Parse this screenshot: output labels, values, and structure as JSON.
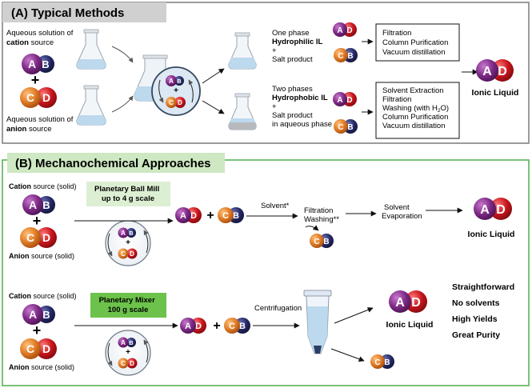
{
  "colors": {
    "panel_a_border": "#7a7a7a",
    "panel_a_header": "#d0d0d0",
    "panel_b_border": "#4fae4f",
    "panel_b_header": "#cde8c2",
    "label_light_green": "#dcefd2",
    "label_green": "#6cc24a",
    "ion_A": "#7e2b86",
    "ion_B": "#262a66",
    "ion_C": "#e07b26",
    "ion_D": "#c8161d",
    "flask_liquid": "#bcd9ee",
    "hydrophobic_layer": "#b7b9be"
  },
  "panel_a": {
    "title": "(A) Typical Methods",
    "cation_prefix": "Aqueous solution of",
    "cation_bold": "cation",
    "cation_suffix": " source",
    "anion_prefix": "Aqueous solution of",
    "anion_bold": "anion",
    "anion_suffix": " source",
    "upper_route": {
      "line1": "One phase",
      "line2": "Hydrophilic IL",
      "line3": "+",
      "line4": "Salt product"
    },
    "lower_route": {
      "line1": "Two phases",
      "line2": "Hydrophobic IL",
      "line3": "+",
      "line4": "Salt product",
      "line5": "in aqueous phase"
    },
    "upper_box": [
      "Filtration",
      "Column Purification",
      "Vacuum distillation"
    ],
    "lower_box": [
      "Solvent Extraction",
      "Filtration",
      "Washing (with H",
      "O)",
      "Column Purification",
      "Vacuum distillation"
    ],
    "lower_box_subscript": "2",
    "product_label": "Ionic Liquid"
  },
  "panel_b": {
    "title": "(B) Mechanochemical Approaches",
    "row1": {
      "cation_bold": "Cation",
      "cation_rest": " source (solid)",
      "anion_bold": "Anion",
      "anion_rest": " source (solid)",
      "mill_line1": "Planetary Ball Mill",
      "mill_line2": "up to 4 g scale",
      "solvent": "Solvent*",
      "filtration": "Filtration",
      "washing": "Washing**",
      "evap_line1": "Solvent",
      "evap_line2": "Evaporation",
      "product_label": "Ionic Liquid"
    },
    "row2": {
      "cation_bold": "Cation",
      "cation_rest": " source (solid)",
      "anion_bold": "Anion",
      "anion_rest": " source (solid)",
      "mixer_line1": "Planetary Mixer",
      "mixer_line2": "100 g scale",
      "centrifugation": "Centrifugation",
      "product_label": "Ionic Liquid",
      "benefits": [
        "Straightforward",
        "No solvents",
        "High Yields",
        "Great Purity"
      ]
    }
  },
  "ions": {
    "A": "A",
    "B": "B",
    "C": "C",
    "D": "D",
    "plus": "+"
  }
}
